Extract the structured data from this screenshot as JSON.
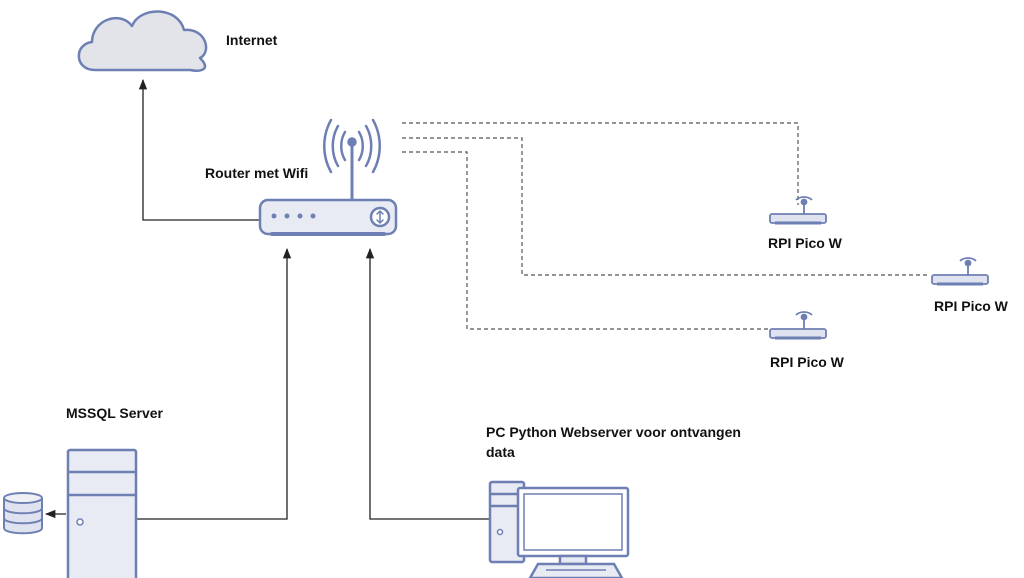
{
  "labels": {
    "internet": "Internet",
    "router": "Router met Wifi",
    "pico_1": "RPI Pico W",
    "pico_2": "RPI Pico W",
    "pico_3": "RPI Pico W",
    "mssql": "MSSQL Server",
    "pc_line1": "PC Python Webserver voor ontvangen",
    "pc_line2": "data"
  },
  "colors": {
    "icon_stroke": "#6e7fb3",
    "icon_fill": "#dfe3ef",
    "cloud_fill": "#e2e4ea",
    "line": "#222222",
    "dashed_line": "#555555"
  },
  "icons": {
    "internet": "cloud-icon",
    "router": "wifi-router-icon",
    "pico": "wireless-device-icon",
    "server": "server-tower-icon",
    "database": "database-icon",
    "pc": "desktop-computer-icon"
  }
}
